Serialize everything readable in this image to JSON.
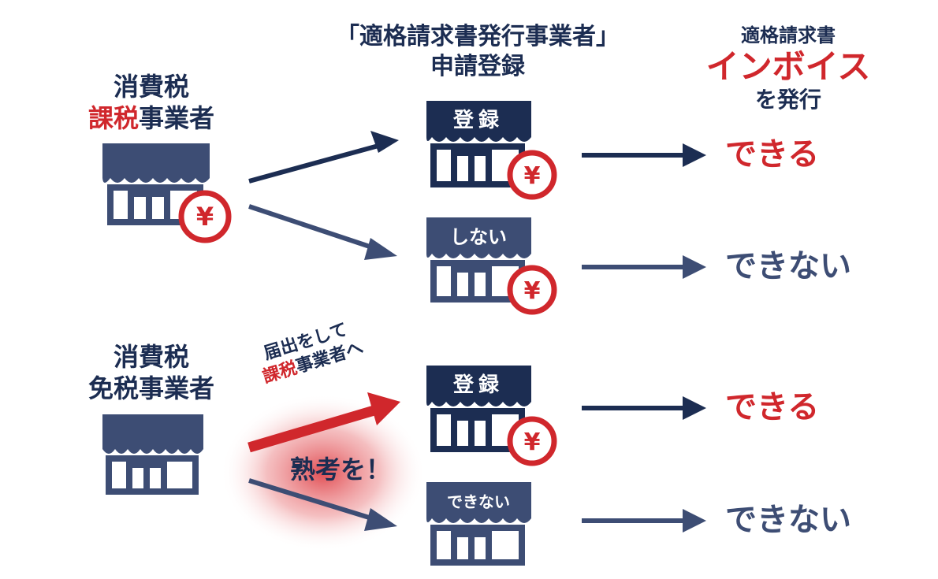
{
  "colors": {
    "navy": "#1c2d52",
    "slate": "#3d4d74",
    "red": "#d0272c",
    "white": "#ffffff"
  },
  "column_headers": {
    "registration_line1": "「適格請求書発行事業者」",
    "registration_line2": "申請登録",
    "invoice_line1": "適格請求書",
    "invoice_line2": "インボイス",
    "invoice_line3": "を発行"
  },
  "taxable_business": {
    "line1": "消費税",
    "line2_highlight": "課税",
    "line2_rest": "事業者"
  },
  "exempt_business": {
    "line1": "消費税",
    "line2_prefix": "免税",
    "line2_rest": "事業者"
  },
  "shops": {
    "registered_label": "登録",
    "not_registered_label": "しない",
    "cannot_register_label": "できない",
    "yen_symbol": "¥"
  },
  "notes": {
    "filing_line1": "届出をして",
    "filing_highlight": "課税",
    "filing_rest": "事業者へ",
    "consider": "熟考を！"
  },
  "outcomes": {
    "row1": "できる",
    "row2": "できない",
    "row3": "できる",
    "row4": "できない"
  }
}
